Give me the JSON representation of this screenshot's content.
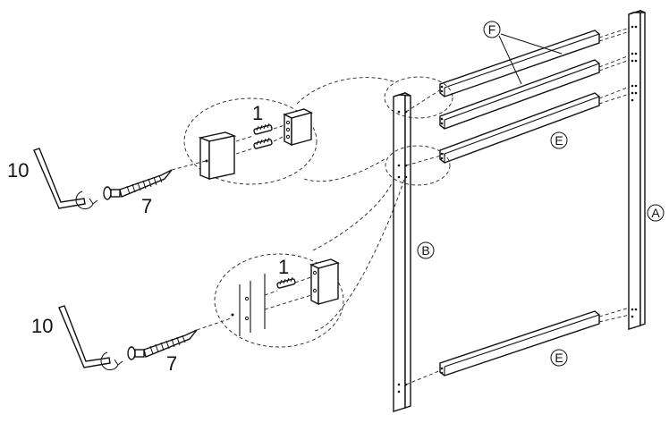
{
  "labels": {
    "part_a": "A",
    "part_b": "B",
    "part_e_top": "E",
    "part_e_bottom": "E",
    "part_f": "F",
    "dowel_top": "1",
    "dowel_bottom": "1",
    "screw_top": "7",
    "screw_bottom": "7",
    "key_top": "10",
    "key_bottom": "10"
  }
}
